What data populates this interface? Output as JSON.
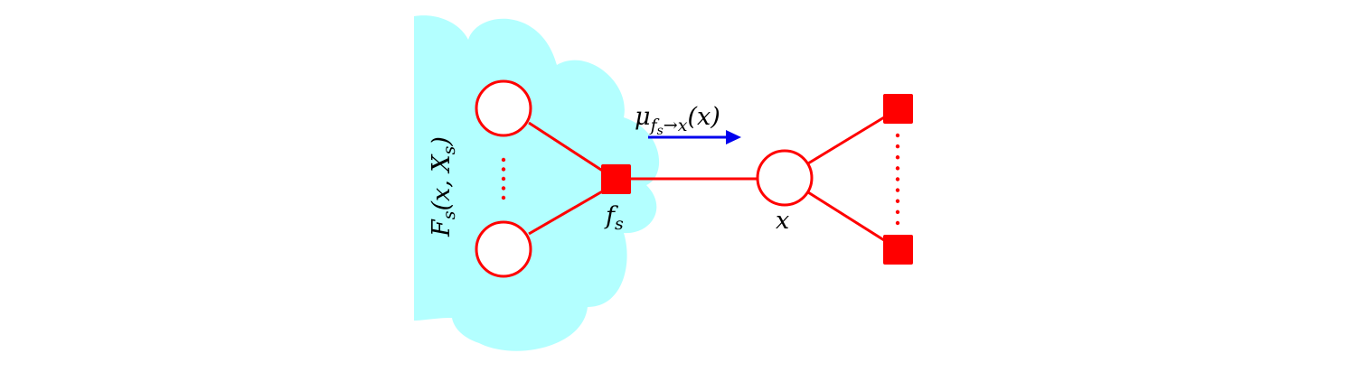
{
  "diagram": {
    "colors": {
      "cloud": "#b3ffff",
      "graph": "#ff0000",
      "message_arrow": "#0000ee",
      "text": "#000000"
    },
    "labels": {
      "subtree": {
        "name": "F",
        "sub": "s",
        "args": "(x, X",
        "args_sub": "s",
        "close": ")"
      },
      "factor": {
        "name": "f",
        "sub": "s"
      },
      "variable": {
        "name": "x"
      },
      "message": {
        "name": "μ",
        "sub_main": "f",
        "sub_sub": "s",
        "sub_tail": "→x",
        "args": "(x)"
      }
    }
  }
}
